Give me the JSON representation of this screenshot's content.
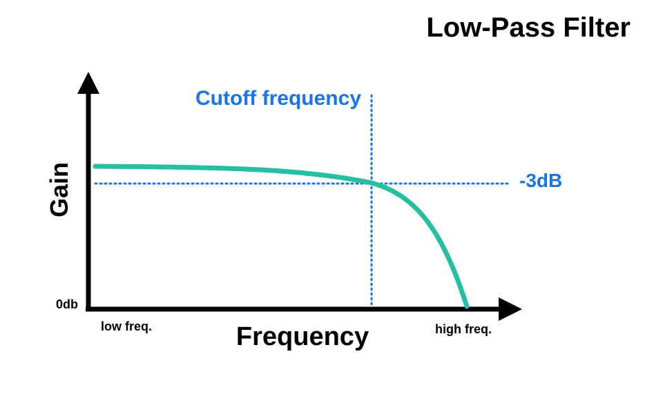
{
  "title": "Low-Pass Filter",
  "labels": {
    "y_axis": "Gain",
    "x_axis": "Frequency",
    "origin": "0db",
    "x_low": "low freq.",
    "x_high": "high freq.",
    "cutoff": "Cutoff frequency",
    "minus_3db": "-3dB"
  },
  "colors": {
    "axis": "#000000",
    "curve": "#26bfa1",
    "annotation": "#1a73e8",
    "text": "#000000"
  }
}
